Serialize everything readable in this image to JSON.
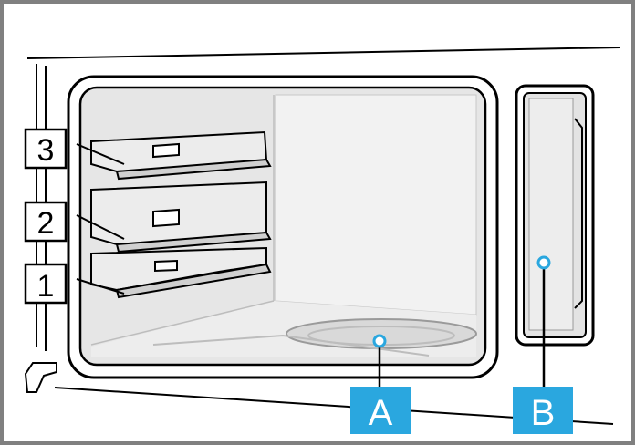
{
  "diagram": {
    "shelf_labels": [
      "3",
      "2",
      "1"
    ],
    "callouts": {
      "a": "A",
      "b": "B"
    },
    "colors": {
      "frame_border": "#808080",
      "cavity_gray": "#e6e6e6",
      "cavity_light": "#f2f2f2",
      "outline": "#000000",
      "callout_blue": "#2aa7df",
      "label_box": "#ffffff"
    }
  }
}
